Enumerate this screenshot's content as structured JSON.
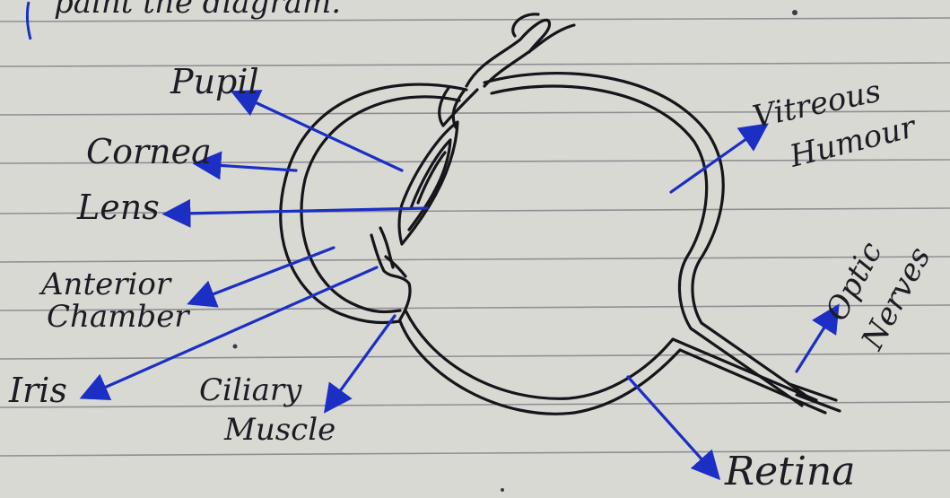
{
  "page": {
    "header_fragment": "paint the diagram.",
    "paper_color": "#d9d9d4",
    "ink_color": "#1c1c24",
    "arrow_color": "#1b2fc4"
  },
  "labels": {
    "pupil": "Pupil",
    "cornea": "Cornea",
    "lens": "Lens",
    "anterior_chamber_line1": "Anterior",
    "anterior_chamber_line2": "Chamber",
    "iris": "Iris",
    "ciliary_muscle_line1": "Ciliary",
    "ciliary_muscle_line2": "Muscle",
    "vitreous_humour_line1": "Vitreous",
    "vitreous_humour_line2": "Humour",
    "optic_nerves_line1": "Optic",
    "optic_nerves_line2": "Nerves",
    "retina": "Retina"
  }
}
